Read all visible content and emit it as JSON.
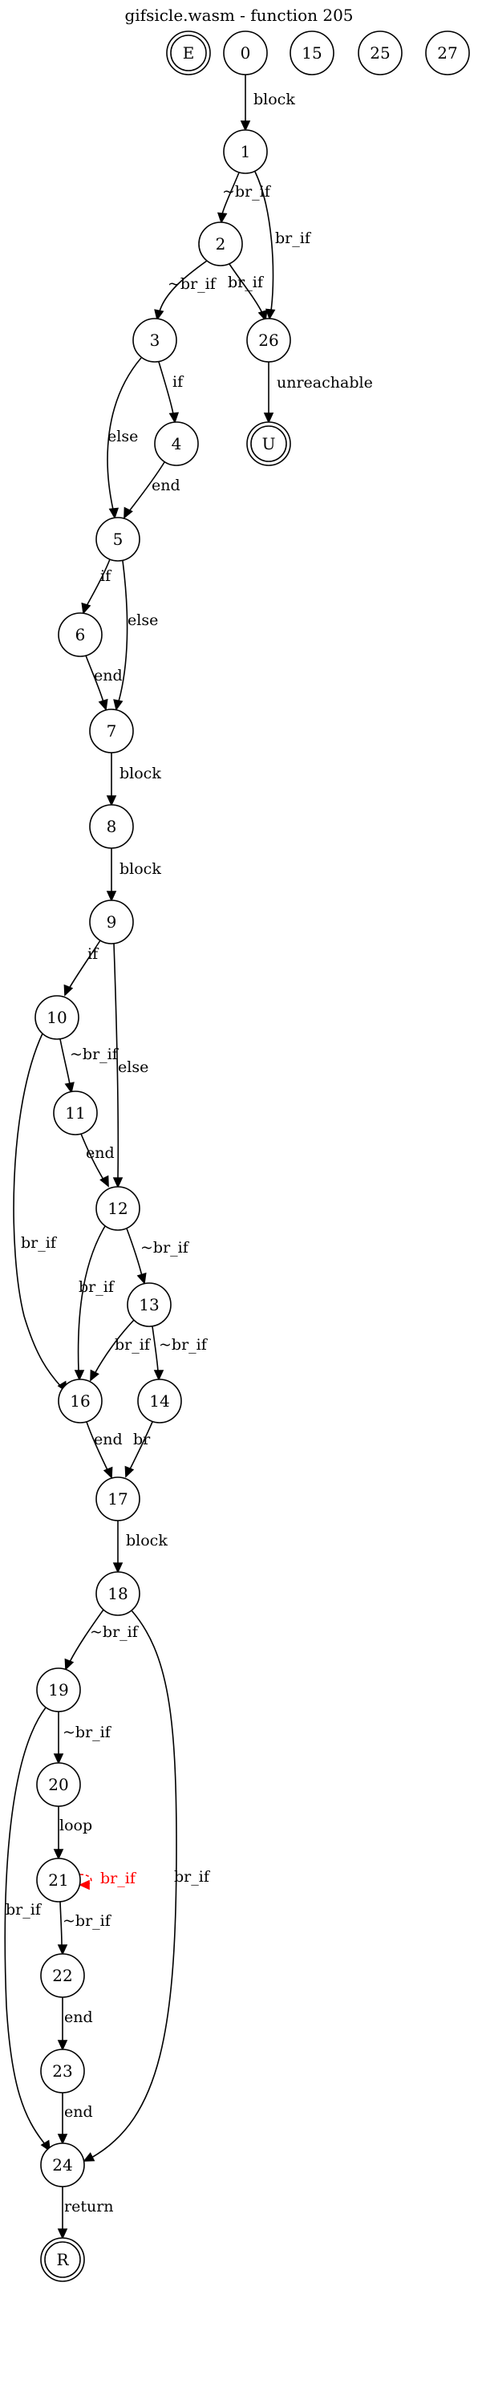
{
  "title": "gifsicle.wasm - function 205",
  "colors": {
    "default": "#000000",
    "loop_edge": "#ff0000"
  },
  "nodes": [
    {
      "id": "E",
      "label": "E",
      "terminal": true
    },
    {
      "id": "0",
      "label": "0"
    },
    {
      "id": "15",
      "label": "15"
    },
    {
      "id": "25",
      "label": "25"
    },
    {
      "id": "27",
      "label": "27"
    },
    {
      "id": "1",
      "label": "1"
    },
    {
      "id": "2",
      "label": "2"
    },
    {
      "id": "26",
      "label": "26"
    },
    {
      "id": "U",
      "label": "U",
      "terminal": true
    },
    {
      "id": "3",
      "label": "3"
    },
    {
      "id": "4",
      "label": "4"
    },
    {
      "id": "5",
      "label": "5"
    },
    {
      "id": "6",
      "label": "6"
    },
    {
      "id": "7",
      "label": "7"
    },
    {
      "id": "8",
      "label": "8"
    },
    {
      "id": "9",
      "label": "9"
    },
    {
      "id": "10",
      "label": "10"
    },
    {
      "id": "11",
      "label": "11"
    },
    {
      "id": "12",
      "label": "12"
    },
    {
      "id": "13",
      "label": "13"
    },
    {
      "id": "14",
      "label": "14"
    },
    {
      "id": "16",
      "label": "16"
    },
    {
      "id": "17",
      "label": "17"
    },
    {
      "id": "18",
      "label": "18"
    },
    {
      "id": "19",
      "label": "19"
    },
    {
      "id": "20",
      "label": "20"
    },
    {
      "id": "21",
      "label": "21"
    },
    {
      "id": "22",
      "label": "22"
    },
    {
      "id": "23",
      "label": "23"
    },
    {
      "id": "24",
      "label": "24"
    },
    {
      "id": "R",
      "label": "R",
      "terminal": true
    }
  ],
  "edges": [
    {
      "from": "0",
      "to": "1",
      "label": "block"
    },
    {
      "from": "1",
      "to": "2",
      "label": "~br_if"
    },
    {
      "from": "1",
      "to": "26",
      "label": "br_if"
    },
    {
      "from": "2",
      "to": "3",
      "label": "~br_if"
    },
    {
      "from": "2",
      "to": "26",
      "label": "br_if"
    },
    {
      "from": "26",
      "to": "U",
      "label": "unreachable"
    },
    {
      "from": "3",
      "to": "4",
      "label": "if"
    },
    {
      "from": "3",
      "to": "5",
      "label": "else"
    },
    {
      "from": "4",
      "to": "5",
      "label": "end"
    },
    {
      "from": "5",
      "to": "6",
      "label": "if"
    },
    {
      "from": "5",
      "to": "7",
      "label": "else"
    },
    {
      "from": "6",
      "to": "7",
      "label": "end"
    },
    {
      "from": "7",
      "to": "8",
      "label": "block"
    },
    {
      "from": "8",
      "to": "9",
      "label": "block"
    },
    {
      "from": "9",
      "to": "10",
      "label": "if"
    },
    {
      "from": "9",
      "to": "12",
      "label": "else"
    },
    {
      "from": "10",
      "to": "11",
      "label": "~br_if"
    },
    {
      "from": "10",
      "to": "16",
      "label": "br_if"
    },
    {
      "from": "11",
      "to": "12",
      "label": "end"
    },
    {
      "from": "12",
      "to": "13",
      "label": "~br_if"
    },
    {
      "from": "12",
      "to": "16",
      "label": "br_if"
    },
    {
      "from": "13",
      "to": "16",
      "label": "br_if"
    },
    {
      "from": "13",
      "to": "14",
      "label": "~br_if"
    },
    {
      "from": "16",
      "to": "17",
      "label": "end"
    },
    {
      "from": "14",
      "to": "17",
      "label": "br"
    },
    {
      "from": "17",
      "to": "18",
      "label": "block"
    },
    {
      "from": "18",
      "to": "19",
      "label": "~br_if"
    },
    {
      "from": "18",
      "to": "24",
      "label": "br_if"
    },
    {
      "from": "19",
      "to": "20",
      "label": "~br_if"
    },
    {
      "from": "19",
      "to": "24",
      "label": "br_if"
    },
    {
      "from": "20",
      "to": "21",
      "label": "loop"
    },
    {
      "from": "21",
      "to": "21",
      "label": "br_if",
      "color": "#ff0000"
    },
    {
      "from": "21",
      "to": "22",
      "label": "~br_if"
    },
    {
      "from": "22",
      "to": "23",
      "label": "end"
    },
    {
      "from": "23",
      "to": "24",
      "label": "end"
    },
    {
      "from": "24",
      "to": "R",
      "label": "return"
    }
  ]
}
